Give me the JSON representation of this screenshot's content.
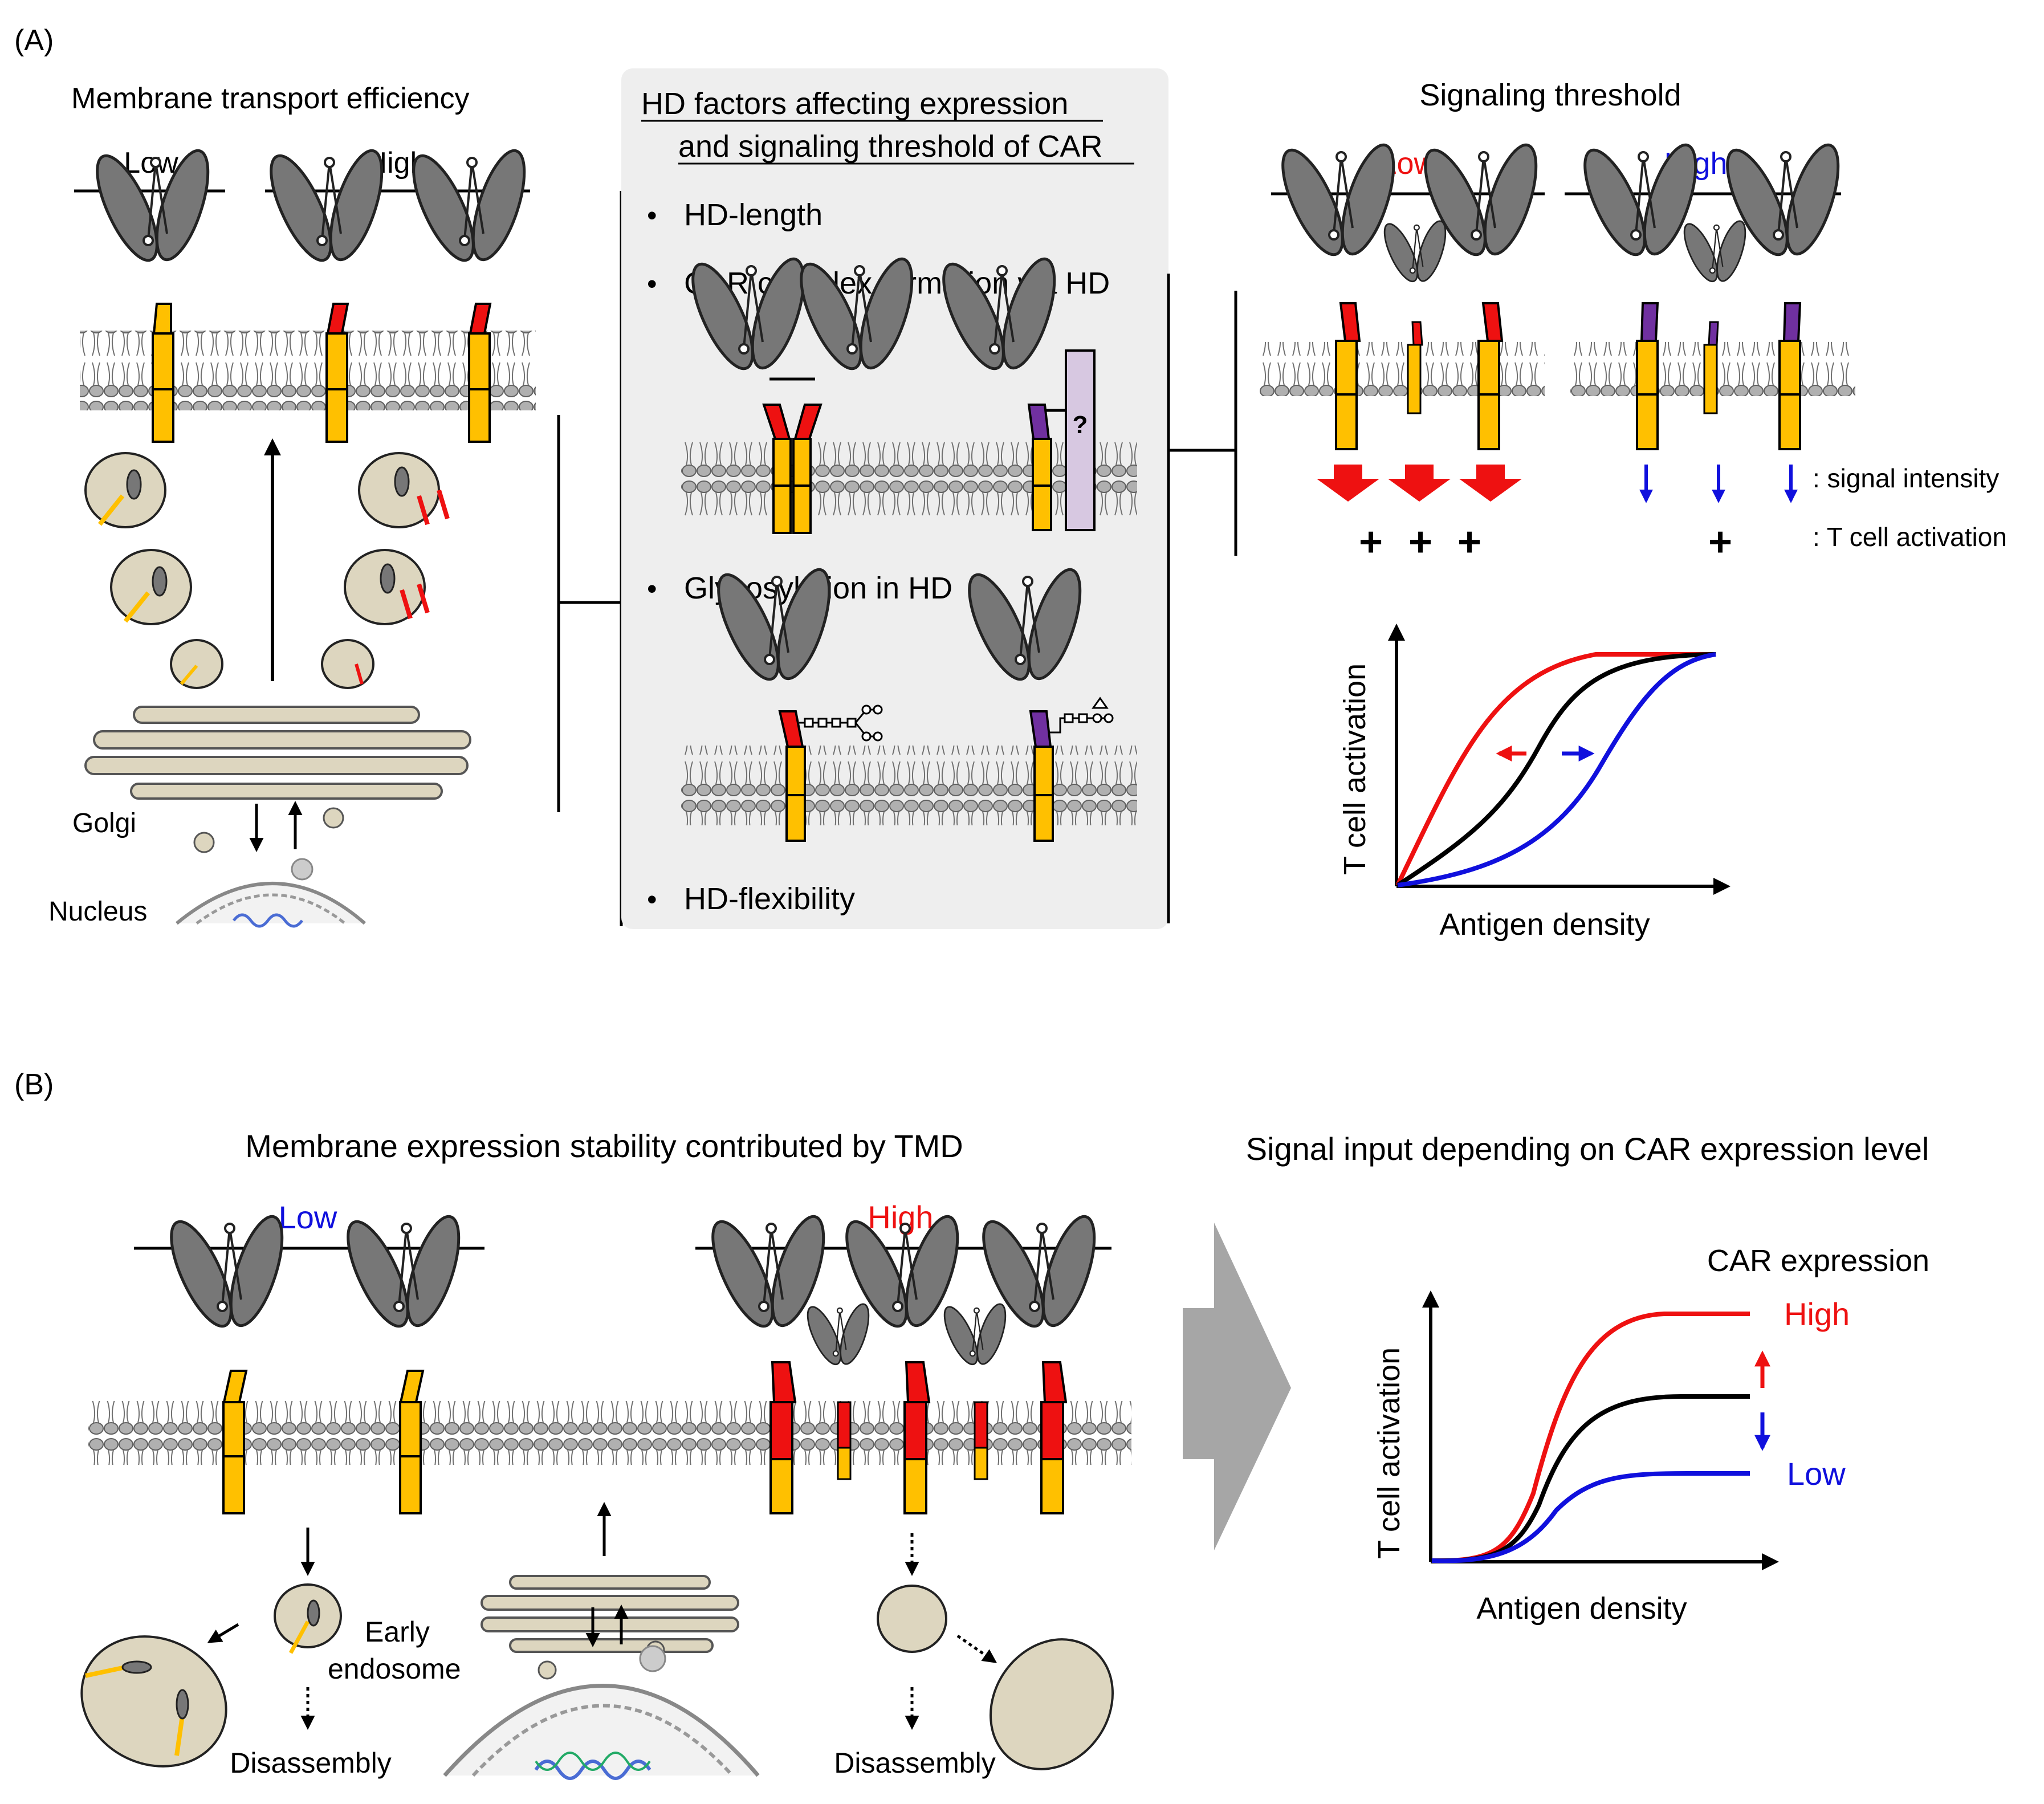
{
  "panelA": {
    "label": "(A)",
    "transport": {
      "title": "Membrane transport efficiency",
      "low": "Low",
      "high": "High",
      "golgi": "Golgi",
      "nucleus": "Nucleus"
    },
    "factors": {
      "title_line1": "HD factors affecting expression",
      "title_line2": "and signaling threshold of CAR",
      "bullet": "•",
      "items": [
        "HD-length",
        "CAR complex formation via HD",
        "Glycosylation in HD",
        "HD-flexibility"
      ],
      "unknown_partner": "?"
    },
    "threshold": {
      "title": "Signaling threshold",
      "low": "Low",
      "high": "High",
      "signal_intensity": ": signal intensity",
      "activation": ": T cell activation",
      "plus": "+",
      "ylabel": "T cell activation",
      "xlabel": "Antigen density"
    }
  },
  "panelB": {
    "label": "(B)",
    "stability": {
      "title": "Membrane expression stability contributed by TMD",
      "low": "Low",
      "high": "High",
      "early_line1": "Early",
      "early_line2": "endosome",
      "disassembly": "Disassembly"
    },
    "signal": {
      "title": "Signal input depending on CAR expression level",
      "legend_title": "CAR expression",
      "high": "High",
      "low": "Low",
      "ylabel": "T cell activation",
      "xlabel": "Antigen density"
    }
  },
  "colors": {
    "red": "#ee1111",
    "blue": "#1010dd",
    "purple": "#7030a0",
    "orange": "#ffc000",
    "gray_domain": "#777777",
    "beige": "#ddd6bf",
    "panel_bg": "#eeeeee",
    "arrow_gray": "#a6a6a6"
  }
}
